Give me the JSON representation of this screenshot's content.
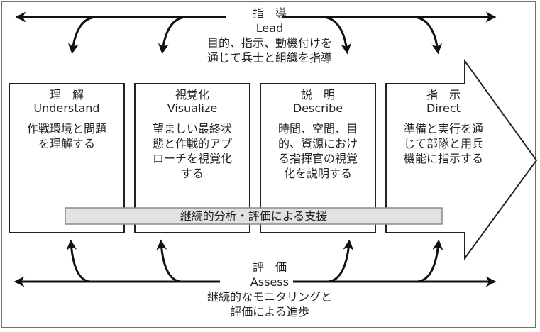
{
  "lead": {
    "title_ja": "指　導",
    "title_en": "Lead",
    "description_lines": [
      "目的、指示、動機付けを",
      "通じて兵士と組織を指導"
    ]
  },
  "steps": [
    {
      "title_ja": "理　解",
      "title_en": "Understand",
      "description_lines": [
        "作戦環境と問題",
        "を理解する"
      ]
    },
    {
      "title_ja": "視覚化",
      "title_en": "Visualize",
      "description_lines": [
        "望ましい最終状",
        "態と作戦的アプ",
        "ローチを視覚化",
        "する"
      ]
    },
    {
      "title_ja": "説　明",
      "title_en": "Describe",
      "description_lines": [
        "時間、空間、目",
        "的、資源におけ",
        "る指揮官の視覚",
        "化を説明する"
      ]
    },
    {
      "title_ja": "指　示",
      "title_en": "Direct",
      "description_lines": [
        "準備と実行を通",
        "じて部隊と用兵",
        "機能に指示する"
      ]
    }
  ],
  "support_bar": {
    "label": "継続的分析・評価による支援"
  },
  "assess": {
    "title_ja": "評　価",
    "title_en": "Assess",
    "description_lines": [
      "継続的なモニタリングと",
      "評価による進歩"
    ]
  },
  "colors": {
    "line": "#111111",
    "bar_fill": "#e2e2e2",
    "bar_border": "#8a8a8a",
    "frame": "#6f6f6f"
  }
}
